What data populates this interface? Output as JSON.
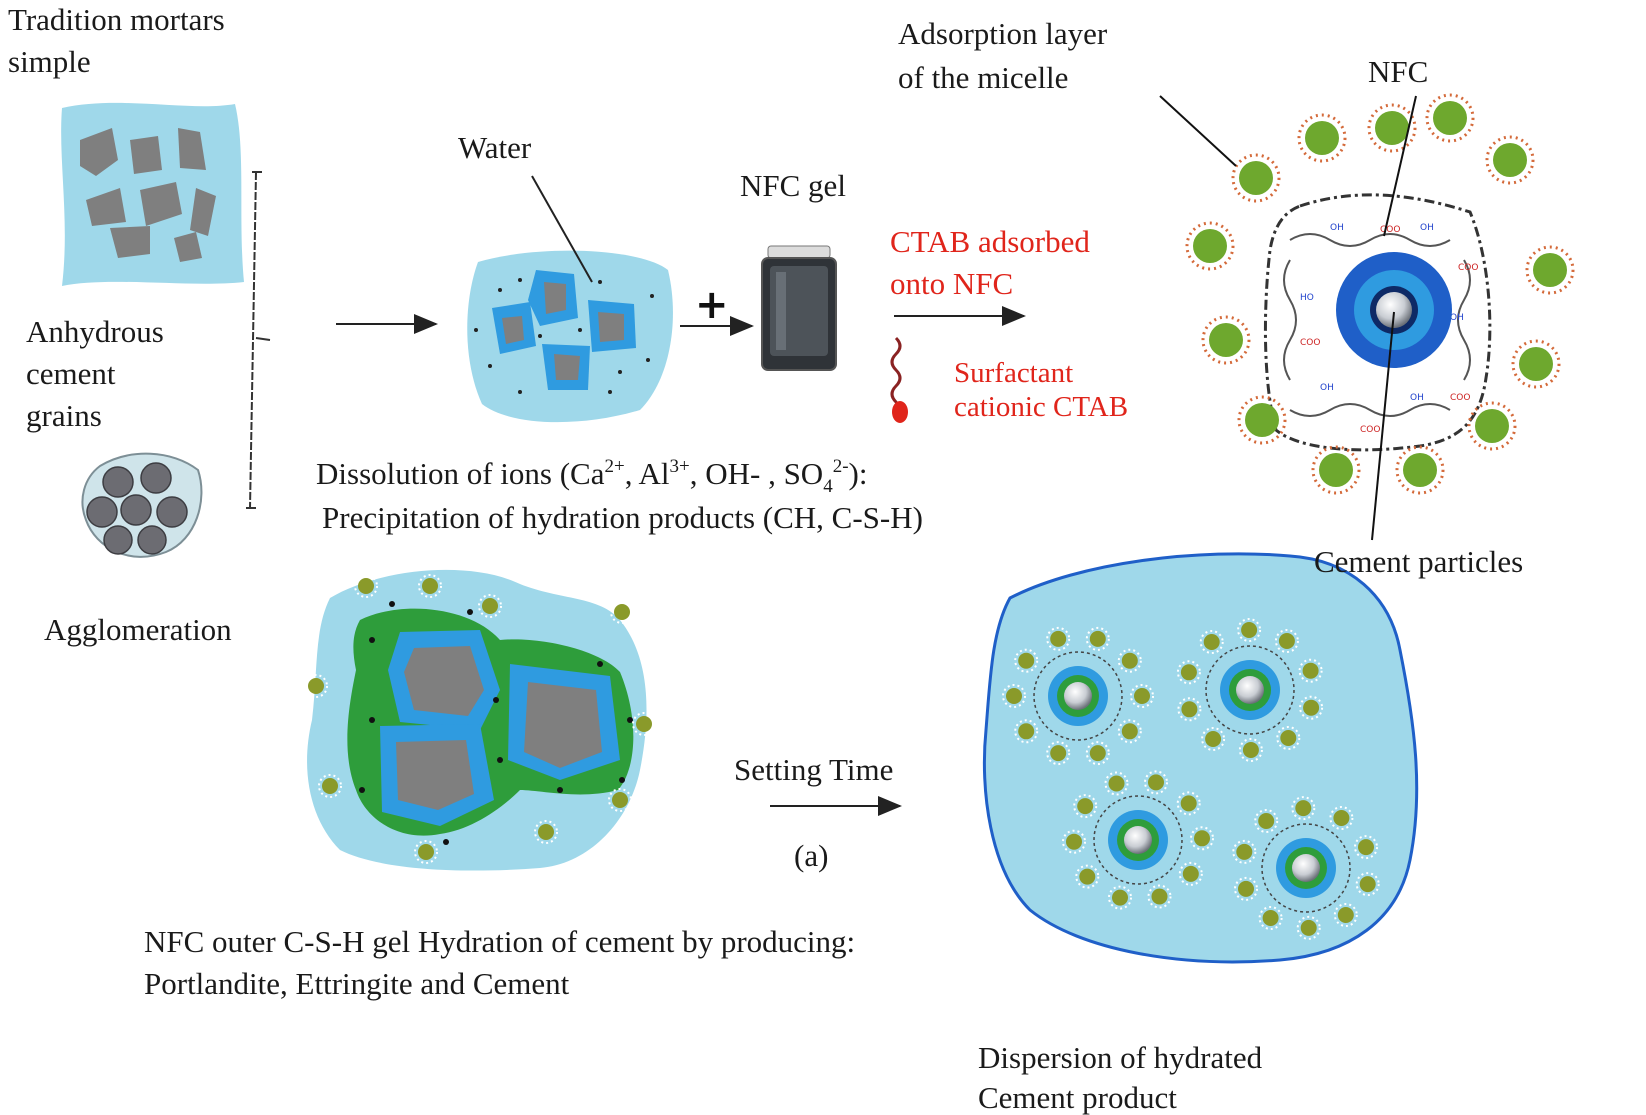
{
  "labels": {
    "traditional_mortars": [
      "Tradition mortars",
      "simple"
    ],
    "anhydrous": [
      "Anhydrous",
      "cement",
      "grains"
    ],
    "agglomeration": "Agglomeration",
    "water": "Water",
    "nfc_gel": "NFC gel",
    "plus": "+",
    "ctab_adsorbed": [
      "CTAB adsorbed",
      "onto NFC"
    ],
    "surfactant": [
      "Surfactant",
      "cationic CTAB"
    ],
    "adsorption_layer": [
      "Adsorption layer",
      "of the micelle"
    ],
    "nfc": "NFC",
    "cement_particles": "Cement particles",
    "dissolution": {
      "prefix": "Dissolution of ions (Ca",
      "ca_sup": "2+",
      "al": ", Al",
      "al_sup": "3+",
      "oh": ", OH- , SO",
      "so_sub": "4",
      "so_sup": "2-",
      "suffix": "):"
    },
    "precipitation": "Precipitation of hydration products (CH, C-S-H)",
    "setting_time": "Setting Time",
    "panel_a": "(a)",
    "nfc_outer": [
      "NFC outer C-S-H gel Hydration of cement by producing:",
      "Portlandite, Ettringite and Cement"
    ],
    "dispersion": [
      "Dispersion of hydrated",
      "Cement product"
    ]
  },
  "colors": {
    "water": "#9fd8ea",
    "grain": "#7f7f7f",
    "hydration_layer": "#2f9be0",
    "csh_gel": "#2e9d3b",
    "micelle": "#6ea82e",
    "micelle_spikes": "#d46a3a",
    "annotation_red": "#e0251b",
    "core_blue": "#1f5fc8"
  }
}
